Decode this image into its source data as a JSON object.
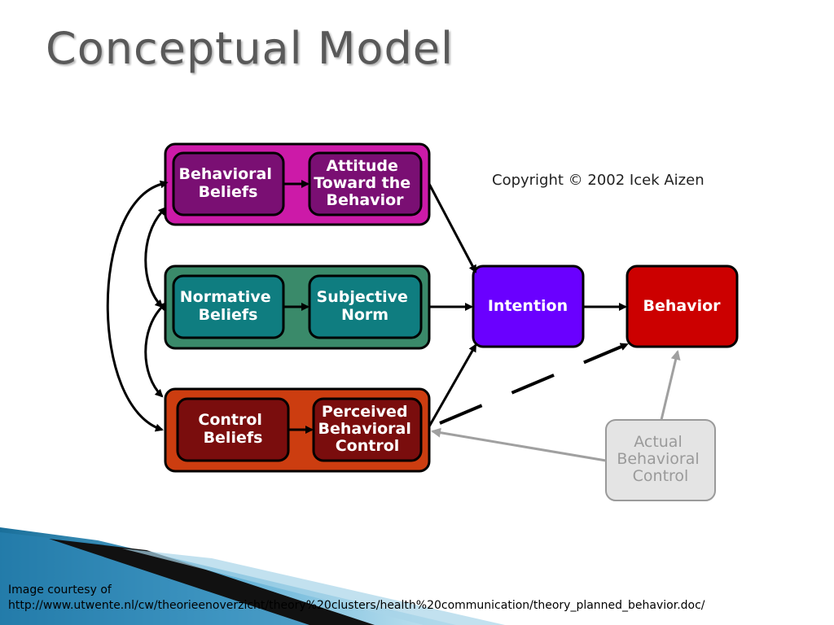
{
  "title": "Conceptual Model",
  "copyright": "Copyright © 2002 Icek Aizen",
  "nodes": {
    "behavioral_beliefs": [
      "Behavioral",
      "Beliefs"
    ],
    "attitude": [
      "Attitude",
      "Toward the",
      "Behavior"
    ],
    "normative_beliefs": [
      "Normative",
      "Beliefs"
    ],
    "subjective_norm": [
      "Subjective",
      "Norm"
    ],
    "control_beliefs": [
      "Control",
      "Beliefs"
    ],
    "perceived_control": [
      "Perceived",
      "Behavioral",
      "Control"
    ],
    "intention": [
      "Intention"
    ],
    "behavior": [
      "Behavior"
    ],
    "actual_control": [
      "Actual",
      "Behavioral",
      "Control"
    ]
  },
  "colors": {
    "purple_band": "#cc1aa8",
    "purple_box": "#7a0f73",
    "teal_band": "#3a8a6a",
    "teal_box": "#0f7d80",
    "red_band": "#cc3d10",
    "red_box": "#7a0d0d",
    "intention": "#6a00ff",
    "behavior": "#cc0000",
    "actual": "#e4e4e4"
  },
  "footer": {
    "line1": "Image courtesy of",
    "line2": "http://www.utwente.nl/cw/theorieenoverzicht/theory%20clusters/health%20communication/theory_planned_behavior.doc/"
  }
}
